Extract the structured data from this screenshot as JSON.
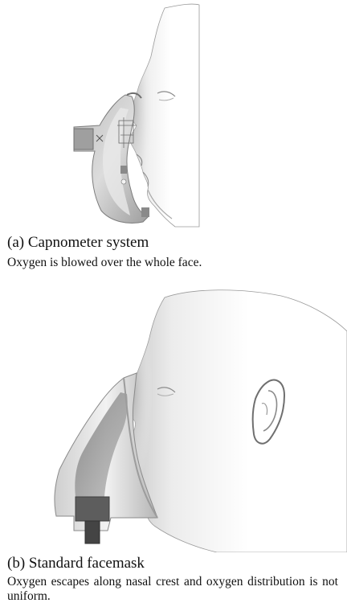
{
  "figure": {
    "panel_a": {
      "title": "(a) Capnometer system",
      "description": "Oxygen is blowed over the whole face."
    },
    "panel_b": {
      "title": "(b) Standard facemask",
      "description": "Oxygen escapes along nasal crest and oxygen distribution is not uniform."
    }
  }
}
